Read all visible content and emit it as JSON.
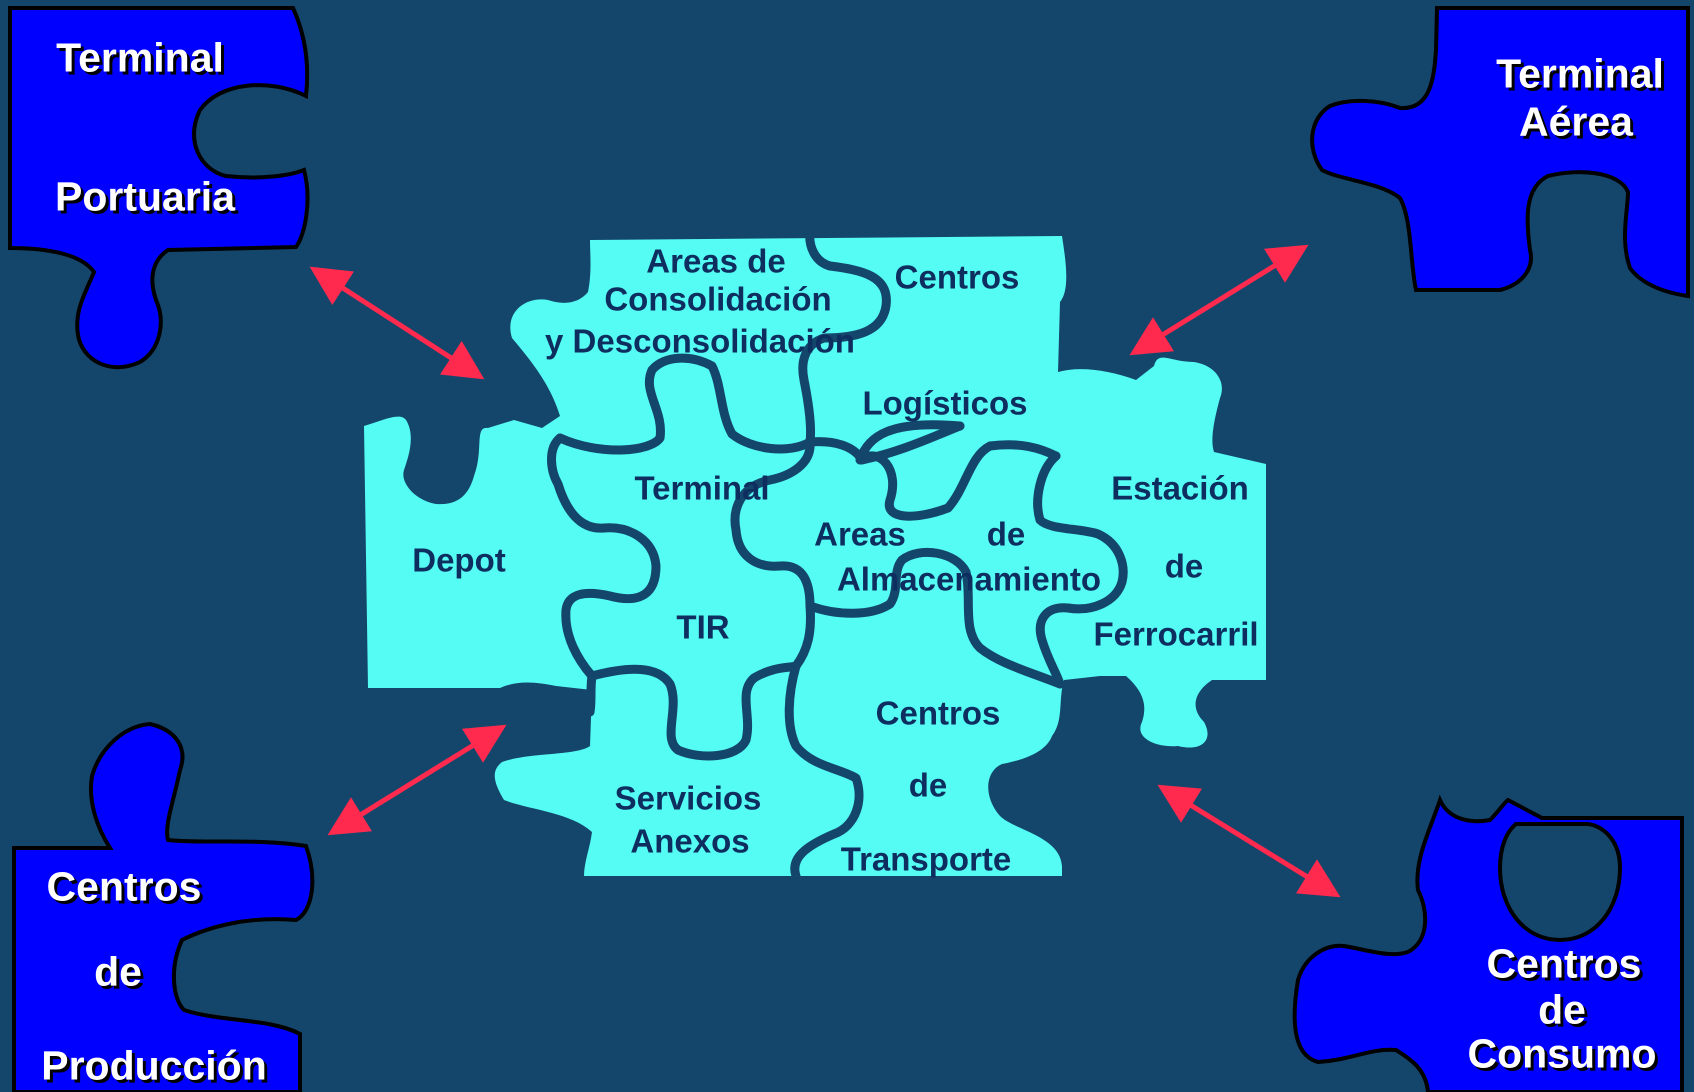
{
  "colors": {
    "background": "#14466c",
    "outer_piece": "#0000ff",
    "inner_piece": "#55fcf4",
    "seam": "#14466c",
    "arrow": "#ff2a4e",
    "outer_text": "#ffffff",
    "inner_text": "#0d2e5e"
  },
  "outer_pieces": {
    "portuaria": {
      "line1": "Terminal",
      "line2": "Portuaria"
    },
    "aerea": {
      "line1": "Terminal",
      "line2": "Aérea"
    },
    "produccion": {
      "line1": "Centros",
      "line2": "de",
      "line3": "Producción"
    },
    "consumo": {
      "line1": "Centros",
      "line2": "de",
      "line3": "Consumo"
    }
  },
  "inner_pieces": {
    "consolidacion": {
      "line1": "Areas de",
      "line2": "Consolidación",
      "line3": "y Desconsolidación"
    },
    "logisticos": {
      "line1": "Centros",
      "line2": "Logísticos"
    },
    "depot": {
      "line1": "Depot"
    },
    "tir": {
      "line1": "Terminal",
      "line2": "TIR"
    },
    "almacenamiento": {
      "line1a": "Areas",
      "line1b": "de",
      "line2": "Almacenamiento"
    },
    "ferrocarril": {
      "line1": "Estación",
      "line2": "de",
      "line3": "Ferrocarril"
    },
    "servicios": {
      "line1": "Servicios",
      "line2": "Anexos"
    },
    "transporte": {
      "line1": "Centros",
      "line2": "de",
      "line3": "Transporte"
    }
  }
}
